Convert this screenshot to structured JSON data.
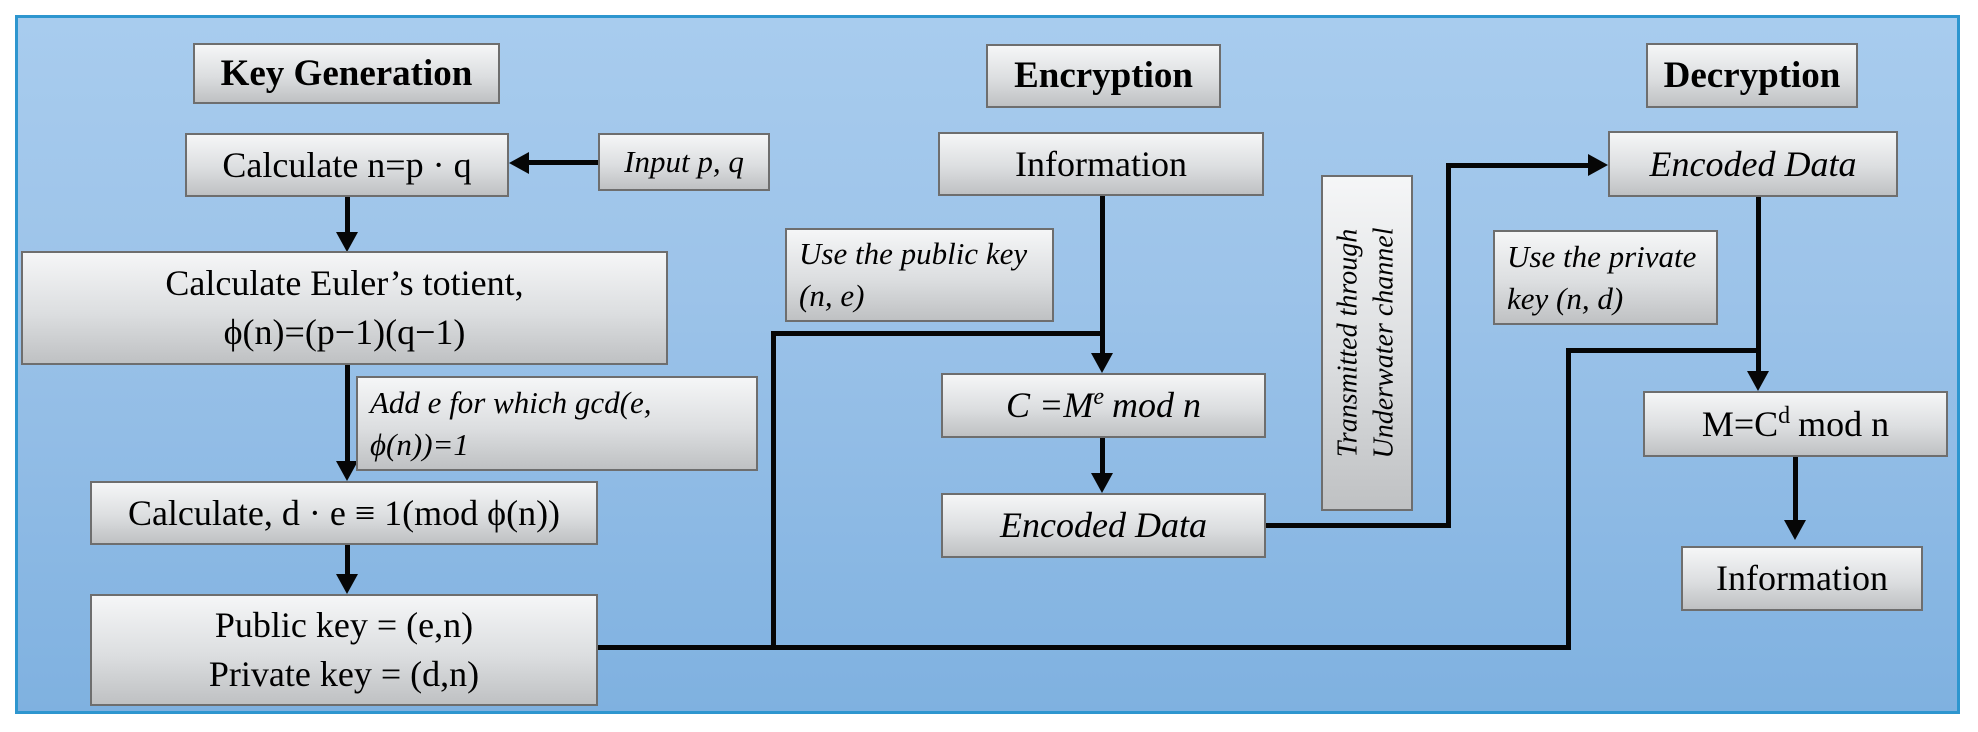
{
  "colors": {
    "background_top": "#a8ccee",
    "background_bottom": "#7fb1e0",
    "panel_border": "#2e96cf",
    "box_fill_top": "#f5f6f7",
    "box_fill_bottom": "#bfc1c3",
    "box_border": "#6e6e6e",
    "line_color": "#060606",
    "text_color": "#000000"
  },
  "key_generation": {
    "header": "Key Generation",
    "calc_n": "Calculate n=p · q",
    "input_pq": "Input p, q",
    "euler_line1": "Calculate Euler’s totient,",
    "euler_line2": "ϕ(n)=(p−1)(q−1)",
    "add_e_line1": "Add e for which gcd(e,",
    "add_e_line2": "ϕ(n))=1",
    "calc_d": "Calculate, d · e ≡ 1(mod ϕ(n))",
    "public_key": "Public key = (e,n)",
    "private_key": "Private key = (d,n)"
  },
  "encryption": {
    "header": "Encryption",
    "information": "Information",
    "use_public_line1": "Use the public key",
    "use_public_line2": "(n, e)",
    "cipher_prefix": "C =M",
    "cipher_sup": "e",
    "cipher_suffix": "mod n",
    "encoded": "Encoded Data"
  },
  "channel": {
    "line1": "Transmitted through",
    "line2": "Underwater channel"
  },
  "decryption": {
    "header": "Decryption",
    "encoded": "Encoded Data",
    "use_private_line1": "Use the private",
    "use_private_line2": "key (n, d)",
    "message_prefix": "M=C",
    "message_sup": "d",
    "message_suffix": "mod  n",
    "information": "Information"
  }
}
